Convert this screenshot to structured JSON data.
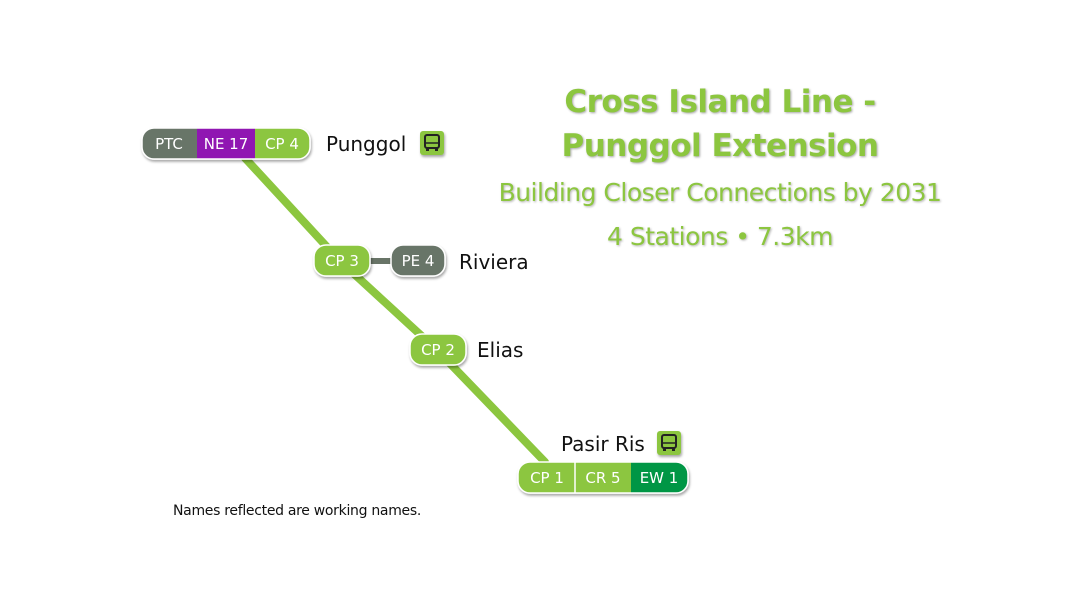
{
  "title": {
    "line1": "Cross Island Line -",
    "line2": "Punggol Extension",
    "subtitle": "Building Closer Connections by 2031",
    "summary": "4 Stations • 7.3km"
  },
  "note": "Names reflected are working names.",
  "colors": {
    "cross_island_line": "#8cc63f",
    "north_east_line": "#9016b2",
    "east_west_line": "#009645",
    "lrt": "#687467",
    "line_track": "#8cc63f"
  },
  "stations": {
    "punggol": {
      "name": "Punggol",
      "codes": [
        "PTC",
        "NE 17",
        "CP 4"
      ],
      "bus_interchange": true,
      "bus_icon": "bus-icon"
    },
    "riviera": {
      "name": "Riviera",
      "codes": [
        "CP 3",
        "PE 4"
      ],
      "bus_interchange": false
    },
    "elias": {
      "name": "Elias",
      "codes": [
        "CP 2"
      ],
      "bus_interchange": false
    },
    "pasir_ris": {
      "name": "Pasir Ris",
      "codes": [
        "CP 1",
        "CR 5",
        "EW 1"
      ],
      "bus_interchange": true,
      "bus_icon": "bus-icon"
    }
  }
}
